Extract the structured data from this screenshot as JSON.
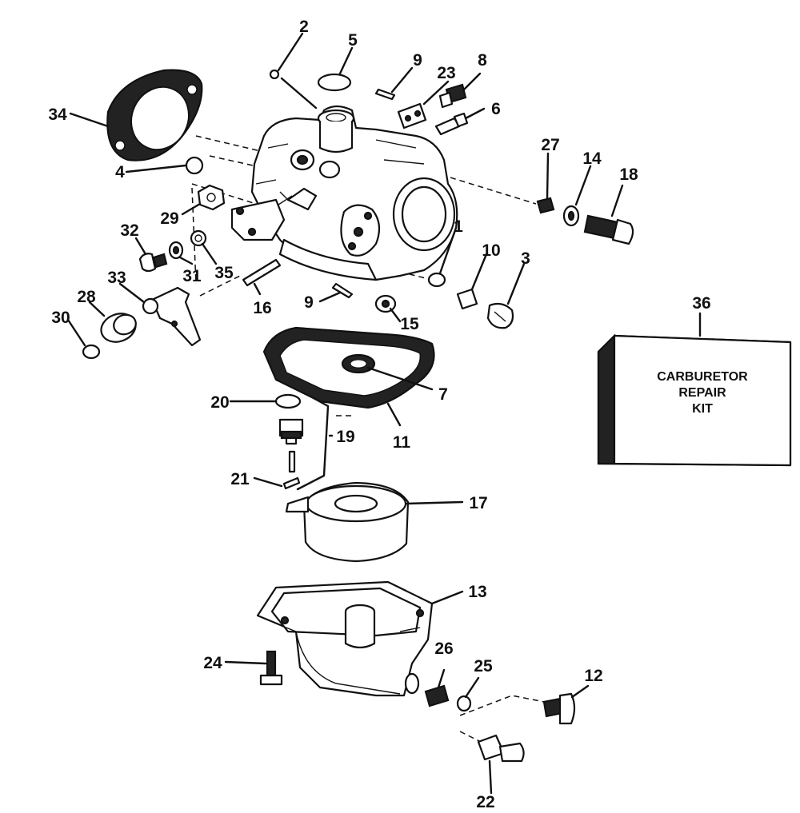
{
  "kit": {
    "line1": "CARBURETOR",
    "line2": "REPAIR",
    "line3": "KIT"
  },
  "callouts": {
    "c1": "1",
    "c2": "2",
    "c3": "3",
    "c4": "4",
    "c5": "5",
    "c6": "6",
    "c7": "7",
    "c8": "8",
    "c9a": "9",
    "c9b": "9",
    "c10": "10",
    "c11": "11",
    "c12": "12",
    "c13": "13",
    "c14": "14",
    "c15": "15",
    "c16": "16",
    "c17": "17",
    "c18": "18",
    "c19": "19",
    "c20": "20",
    "c21": "21",
    "c22": "22",
    "c23": "23",
    "c24": "24",
    "c25": "25",
    "c26": "26",
    "c27": "27",
    "c28": "28",
    "c29": "29",
    "c30": "30",
    "c31": "31",
    "c32": "32",
    "c33": "33",
    "c34": "34",
    "c35": "35",
    "c36": "36"
  }
}
